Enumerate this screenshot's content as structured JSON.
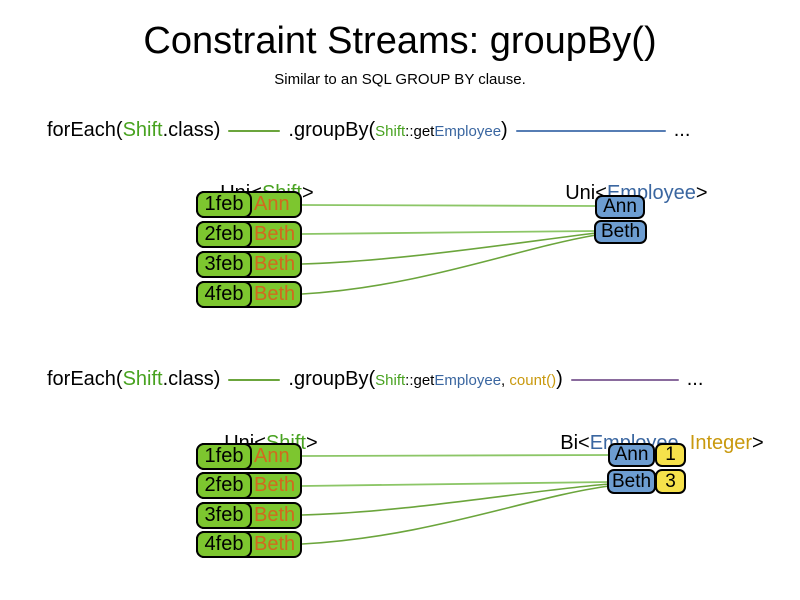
{
  "title": "Constraint Streams: groupBy()",
  "subtitle": "Similar to an SQL GROUP BY clause.",
  "colors": {
    "class_green": "#48a220",
    "type_blue": "#3a66a0",
    "gold": "#c9990e",
    "name_orange": "#d2691e",
    "box_green": "#7dc62f",
    "box_blue": "#6d9dd1",
    "box_yellow": "#f6e14b",
    "line_green_light": "#8cc667",
    "line_green_dark": "#6ba53c",
    "line_blue": "#567db4",
    "line_purple": "#8a6b9d"
  },
  "section1": {
    "code": {
      "foreach_open": "forEach(",
      "foreach_type": "Shift",
      "foreach_close": ".class)",
      "groupby_open": ".groupBy(",
      "arg1_class": "Shift",
      "arg1_method": "::get",
      "arg1_type": "Employee",
      "groupby_close": ")",
      "ellipsis": "..."
    },
    "left_label": {
      "prefix": "Uni<",
      "type": "Shift",
      "suffix": ">"
    },
    "right_label": {
      "prefix": "Uni<",
      "type": "Employee",
      "suffix": ">"
    },
    "rows": [
      {
        "date": "1feb",
        "name": "Ann"
      },
      {
        "date": "2feb",
        "name": "Beth"
      },
      {
        "date": "3feb",
        "name": "Beth"
      },
      {
        "date": "4feb",
        "name": "Beth"
      }
    ],
    "groups": [
      {
        "name": "Ann"
      },
      {
        "name": "Beth"
      }
    ]
  },
  "section2": {
    "code": {
      "foreach_open": "forEach(",
      "foreach_type": "Shift",
      "foreach_close": ".class)",
      "groupby_open": ".groupBy(",
      "arg1_class": "Shift",
      "arg1_method": "::get",
      "arg1_type": "Employee",
      "comma": ", ",
      "arg2": "count()",
      "groupby_close": ")",
      "ellipsis": "..."
    },
    "left_label": {
      "prefix": "Uni<",
      "type": "Shift",
      "suffix": ">"
    },
    "right_label": {
      "prefix": "Bi<",
      "type1": "Employee",
      "comma": ", ",
      "type2": "Integer",
      "suffix": ">"
    },
    "rows": [
      {
        "date": "1feb",
        "name": "Ann"
      },
      {
        "date": "2feb",
        "name": "Beth"
      },
      {
        "date": "3feb",
        "name": "Beth"
      },
      {
        "date": "4feb",
        "name": "Beth"
      }
    ],
    "groups": [
      {
        "name": "Ann",
        "count": "1"
      },
      {
        "name": "Beth",
        "count": "3"
      }
    ]
  }
}
